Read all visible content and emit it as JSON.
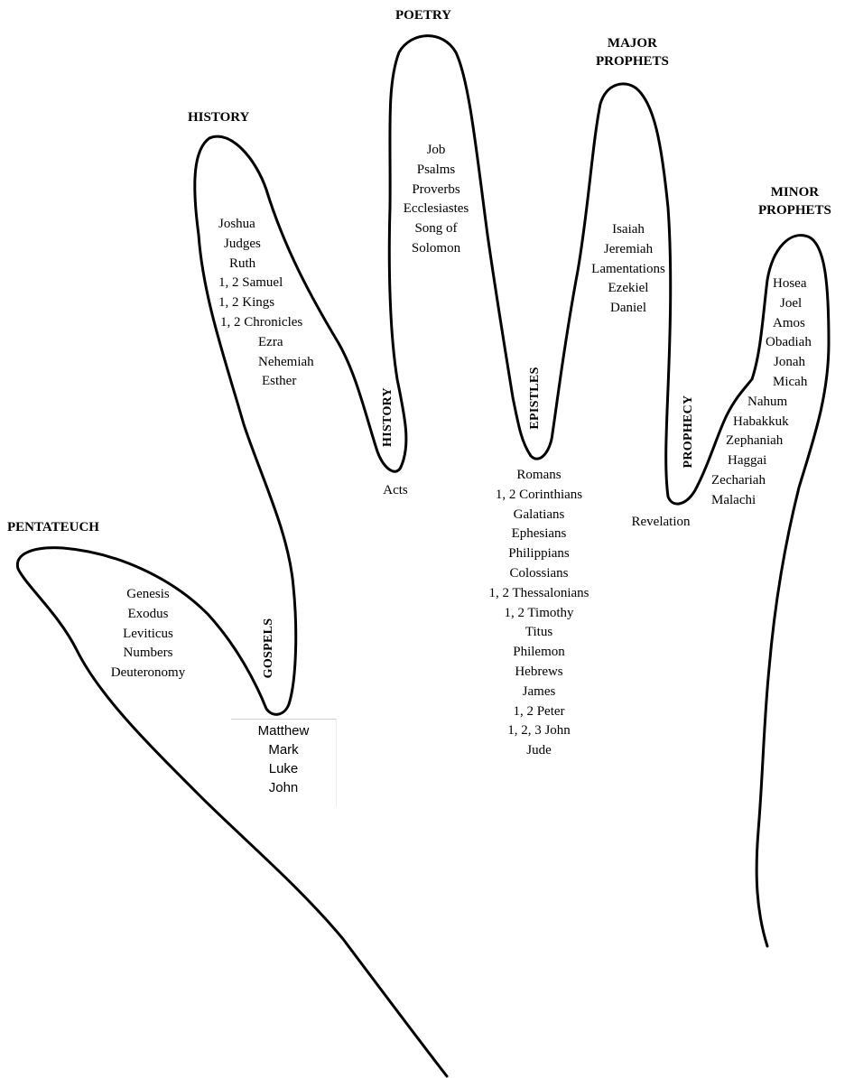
{
  "headings": {
    "pentateuch": "PENTATEUCH",
    "history": "HISTORY",
    "poetry": "POETRY",
    "major_prophets_1": "MAJOR",
    "major_prophets_2": "PROPHETS",
    "minor_prophets_1": "MINOR",
    "minor_prophets_2": "PROPHETS"
  },
  "vertical_labels": {
    "gospels": "GOSPELS",
    "history": "HISTORY",
    "epistles": "EPISTLES",
    "prophecy": "PROPHECY"
  },
  "pentateuch_books": [
    "Genesis",
    "Exodus",
    "Leviticus",
    "Numbers",
    "Deuteronomy"
  ],
  "gospel_books": [
    "Matthew",
    "Mark",
    "Luke",
    "John"
  ],
  "history_books": [
    "Joshua",
    "Judges",
    "Ruth",
    "1, 2 Samuel",
    "1, 2 Kings",
    "1, 2 Chronicles",
    "Ezra",
    "Nehemiah",
    "Esther"
  ],
  "acts_book": "Acts",
  "poetry_books": [
    "Job",
    "Psalms",
    "Proverbs",
    "Ecclesiastes",
    "Song of",
    "Solomon"
  ],
  "epistle_books": [
    "Romans",
    "1, 2 Corinthians",
    "Galatians",
    "Ephesians",
    "Philippians",
    "Colossians",
    "1, 2 Thessalonians",
    "1, 2 Timothy",
    "Titus",
    "Philemon",
    "Hebrews",
    "James",
    "1, 2 Peter",
    "1, 2, 3 John",
    "Jude"
  ],
  "major_prophet_books": [
    "Isaiah",
    "Jeremiah",
    "Lamentations",
    "Ezekiel",
    "Daniel"
  ],
  "revelation_book": "Revelation",
  "minor_prophet_books": [
    "Hosea",
    "Joel",
    "Amos",
    "Obadiah",
    "Jonah",
    "Micah",
    "Nahum",
    "Habakkuk",
    "Zephaniah",
    "Haggai",
    "Zechariah",
    "Malachi"
  ]
}
